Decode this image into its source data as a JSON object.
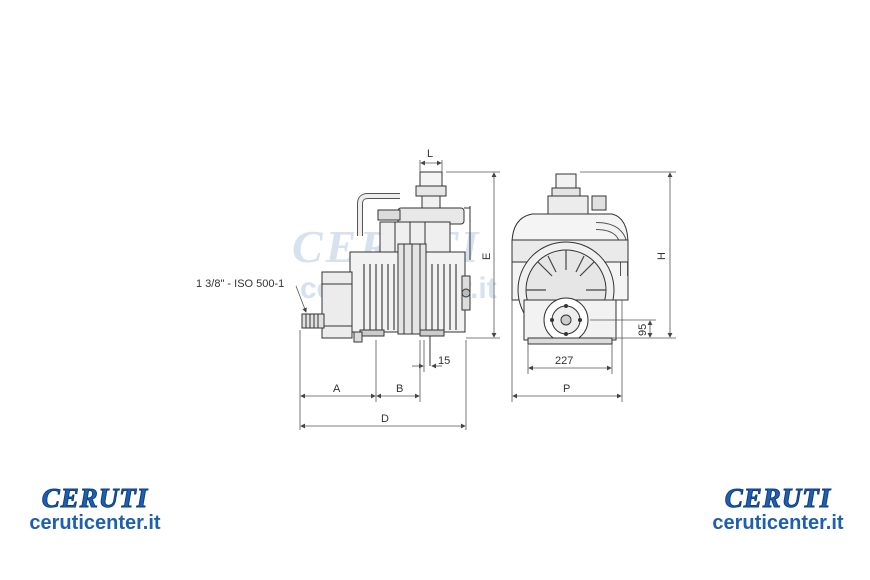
{
  "drawing": {
    "thread_label": "1 3/8\" - ISO 500-1",
    "dims": {
      "L": "L",
      "E": "E",
      "H": "H",
      "A": "A",
      "B": "B",
      "D": "D",
      "P": "P",
      "d15": "15",
      "d227": "227",
      "d95": "95"
    }
  },
  "logos": {
    "brand": "CERUTI",
    "url": "ceruticenter.it",
    "color": "#1f5fb0"
  }
}
